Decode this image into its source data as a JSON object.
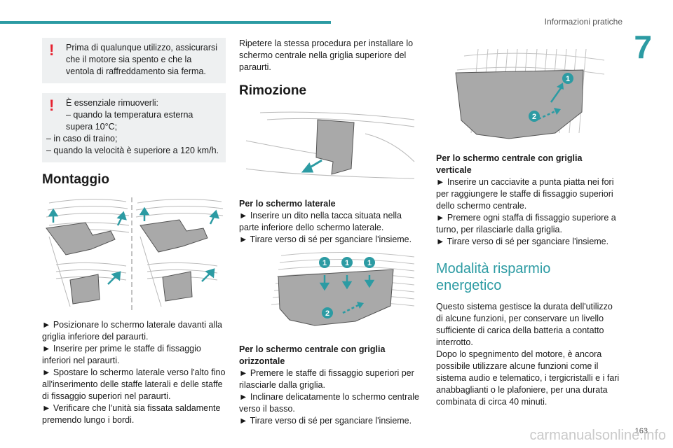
{
  "header": {
    "section": "Informazioni pratiche",
    "chapter": "7"
  },
  "footer": {
    "page": "163",
    "watermark": "carmanualsonline.info"
  },
  "col1": {
    "warn1": [
      "Prima di qualunque utilizzo, assicurarsi che il motore sia spento e che la ventola di raffreddamento sia ferma."
    ],
    "warn2": {
      "line1": "È essenziale rimuoverli:",
      "line2": "– quando la temperatura esterna supera 10°C;",
      "line3": "– in caso di traino;",
      "line4": "– quando la velocità è superiore a 120 km/h."
    },
    "heading": "Montaggio",
    "steps": [
      "► Posizionare lo schermo laterale davanti alla griglia inferiore del paraurti.",
      "► Inserire per prime le staffe di fissaggio inferiori nel paraurti.",
      "► Spostare lo schermo laterale verso l'alto fino all'inserimento delle staffe laterali e delle staffe di fissaggio superiori nel paraurti.",
      "► Verificare che l'unità sia fissata saldamente premendo lungo i bordi."
    ]
  },
  "col2": {
    "intro": "Ripetere la stessa procedura per installare lo schermo centrale nella griglia superiore del paraurti.",
    "heading": "Rimozione",
    "side_title": "Per lo schermo laterale",
    "side_steps": [
      "► Inserire un dito nella tacca situata nella parte inferiore dello schermo laterale.",
      "► Tirare verso di sé per sganciare l'insieme."
    ],
    "horiz_title": "Per lo schermo centrale con griglia orizzontale",
    "horiz_steps": [
      "► Premere le staffe di fissaggio superiori per rilasciarle dalla griglia.",
      "► Inclinare delicatamente lo schermo centrale verso il basso.",
      "► Tirare verso di sé per sganciare l'insieme."
    ]
  },
  "col3": {
    "vert_title": "Per lo schermo centrale con griglia verticale",
    "vert_steps": [
      "► Inserire un cacciavite a punta piatta nei fori per raggiungere le staffe di fissaggio superiori dello schermo centrale.",
      "► Premere ogni staffa di fissaggio superiore a turno, per rilasciarle dalla griglia.",
      "► Tirare verso di sé per sganciare l'insieme."
    ],
    "heading": "Modalità risparmio energetico",
    "body1": "Questo sistema gestisce la durata dell'utilizzo di alcune funzioni, per conservare un livello sufficiente di carica della batteria a contatto interrotto.",
    "body2": "Dopo lo spegnimento del motore, è ancora possibile utilizzare alcune funzioni come il sistema audio e telematico, i tergicristalli e i fari anabbaglianti o le plafoniere, per una durata combinata di circa 40 minuti."
  },
  "badges": {
    "one": "1",
    "two": "2"
  },
  "colors": {
    "accent": "#2c9ba3",
    "warning": "#e6202e",
    "badge": "#2c9ba3"
  },
  "icons": {
    "warning": "exclamation-icon",
    "bullet": "triangle-right-icon"
  }
}
